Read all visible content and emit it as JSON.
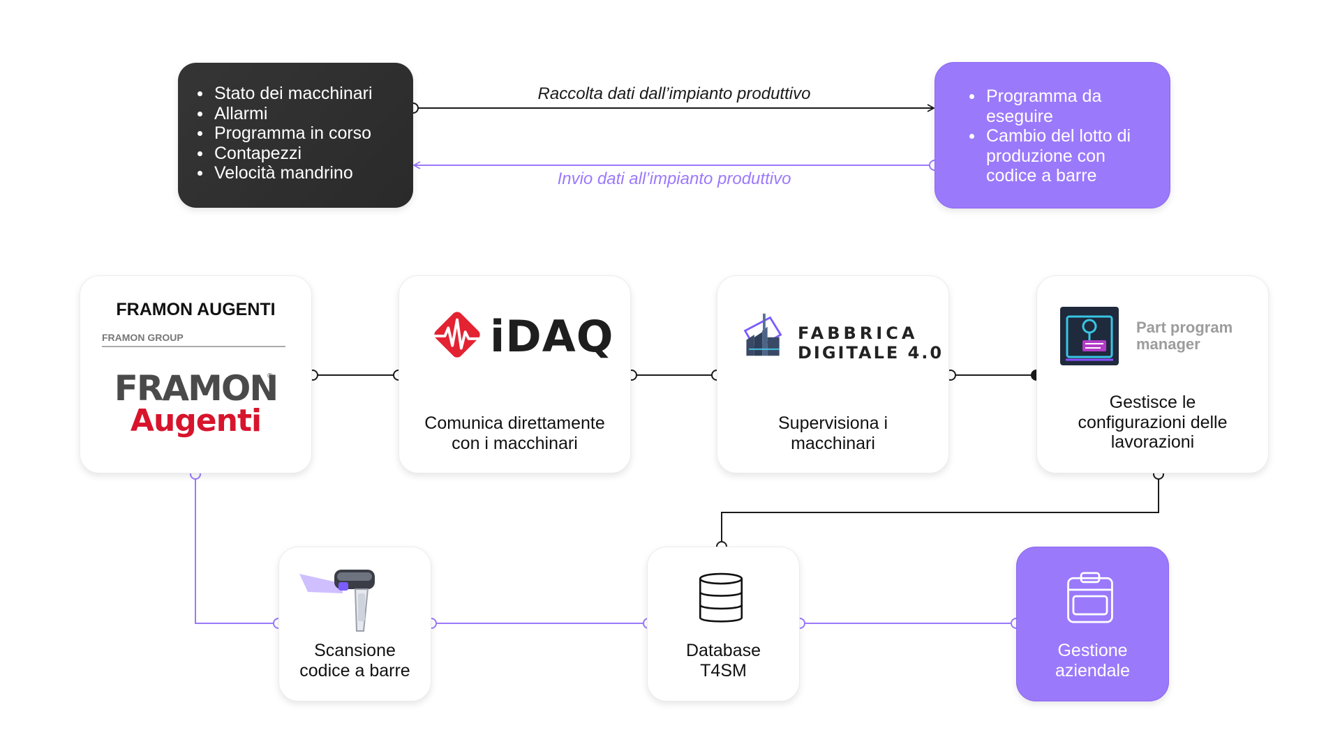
{
  "colors": {
    "accent": "#9b79fb",
    "dark": "#2f2f2f",
    "line_dark": "#1a1a1a"
  },
  "top": {
    "machine_status_items": [
      "Stato dei macchinari",
      "Allarmi",
      "Programma in corso",
      "Contapezzi",
      "Velocità mandrino"
    ],
    "erp_items": [
      "Programma da eseguire",
      "Cambio del lotto di produzione con codice a barre"
    ],
    "collect_label": "Raccolta dati dall’impianto produttivo",
    "send_label": "Invio dati all’impianto produttivo"
  },
  "nodes": {
    "framon": {
      "title": "FRAMON AUGENTI",
      "group": "FRAMON GROUP",
      "logo_line1": "FRAMON",
      "logo_line2": "Augenti",
      "logo_mark": "®",
      "icon": "framon-augenti-logo"
    },
    "idaq": {
      "logo_text": "iDAQ",
      "caption": "Comunica direttamente con i macchinari",
      "icon": "idaq-logo"
    },
    "fabbrica": {
      "logo_line1": "FABBRICA",
      "logo_line2": "DIGITALE 4.0",
      "caption": "Supervisiona i macchinari",
      "icon": "fabbrica-digitale-logo"
    },
    "ppm": {
      "logo_line1": "Part program",
      "logo_line2": "manager",
      "caption": "Gestisce le configurazioni delle lavorazioni",
      "icon": "part-program-manager-logo"
    },
    "scanner": {
      "caption": "Scansione codice a barre",
      "icon": "barcode-scanner-icon"
    },
    "database": {
      "caption": "Database T4SM",
      "icon": "database-icon"
    },
    "gestione": {
      "caption": "Gestione aziendale",
      "icon": "clipboard-icon"
    }
  }
}
